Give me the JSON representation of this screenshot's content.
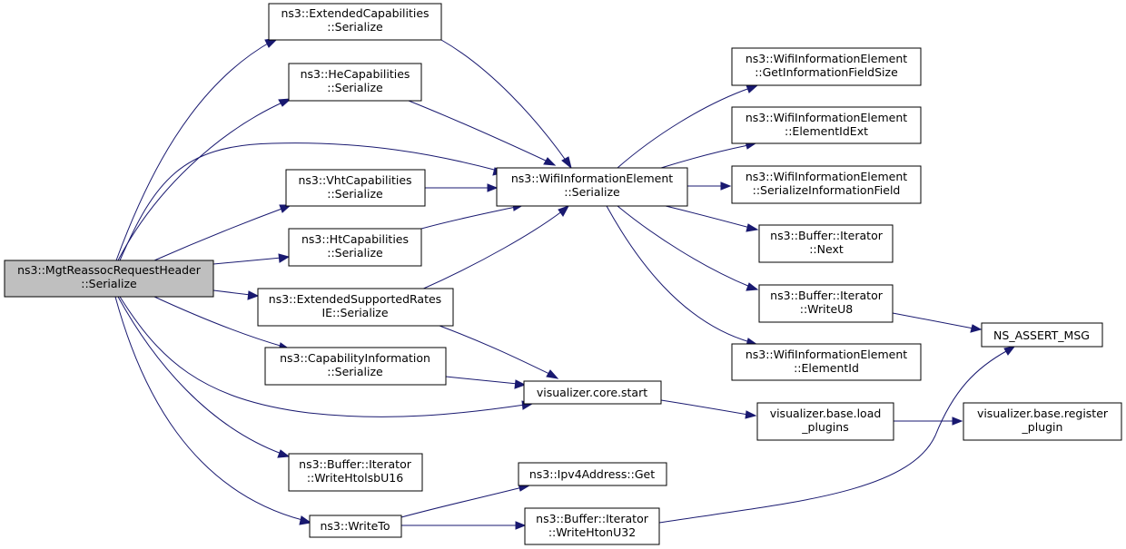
{
  "colors": {
    "edge": "#191970",
    "root_fill": "#bfbfbf",
    "node_fill": "#ffffff",
    "node_border": "#000000"
  },
  "nodes": {
    "root": {
      "lines": [
        "ns3::MgtReassocRequestHeader",
        "::Serialize"
      ]
    },
    "extcap": {
      "lines": [
        "ns3::ExtendedCapabilities",
        "::Serialize"
      ]
    },
    "hecap": {
      "lines": [
        "ns3::HeCapabilities",
        "::Serialize"
      ]
    },
    "vhtcap": {
      "lines": [
        "ns3::VhtCapabilities",
        "::Serialize"
      ]
    },
    "htcap": {
      "lines": [
        "ns3::HtCapabilities",
        "::Serialize"
      ]
    },
    "extrates": {
      "lines": [
        "ns3::ExtendedSupportedRates",
        "IE::Serialize"
      ]
    },
    "capinfo": {
      "lines": [
        "ns3::CapabilityInformation",
        "::Serialize"
      ]
    },
    "writehtolsb": {
      "lines": [
        "ns3::Buffer::Iterator",
        "::WriteHtolsbU16"
      ]
    },
    "writeto": {
      "lines": [
        "ns3::WriteTo"
      ]
    },
    "wieser": {
      "lines": [
        "ns3::WifiInformationElement",
        "::Serialize"
      ]
    },
    "vizstart": {
      "lines": [
        "visualizer.core.start"
      ]
    },
    "ipv4get": {
      "lines": [
        "ns3::Ipv4Address::Get"
      ]
    },
    "writehton": {
      "lines": [
        "ns3::Buffer::Iterator",
        "::WriteHtonU32"
      ]
    },
    "wiegetsize": {
      "lines": [
        "ns3::WifiInformationElement",
        "::GetInformationFieldSize"
      ]
    },
    "wieidext": {
      "lines": [
        "ns3::WifiInformationElement",
        "::ElementIdExt"
      ]
    },
    "wieserfield": {
      "lines": [
        "ns3::WifiInformationElement",
        "::SerializeInformationField"
      ]
    },
    "bufnext": {
      "lines": [
        "ns3::Buffer::Iterator",
        "::Next"
      ]
    },
    "bufwriteu8": {
      "lines": [
        "ns3::Buffer::Iterator",
        "::WriteU8"
      ]
    },
    "wieid": {
      "lines": [
        "ns3::WifiInformationElement",
        "::ElementId"
      ]
    },
    "vizload": {
      "lines": [
        "visualizer.base.load",
        "_plugins"
      ]
    },
    "assert": {
      "lines": [
        "NS_ASSERT_MSG"
      ]
    },
    "vizreg": {
      "lines": [
        "visualizer.base.register",
        "_plugin"
      ]
    }
  }
}
